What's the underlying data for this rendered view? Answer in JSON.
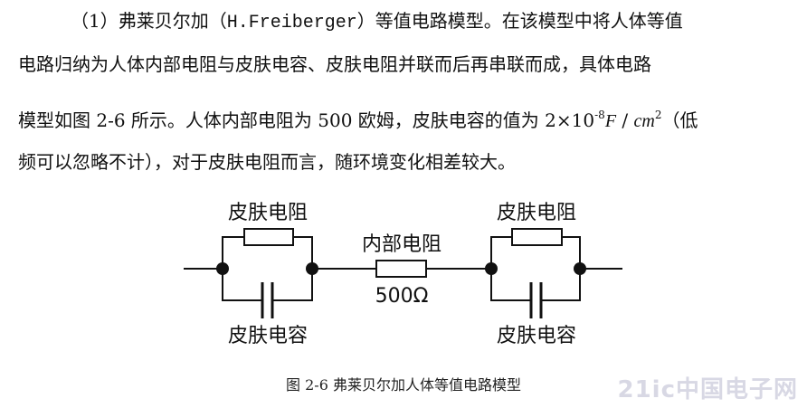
{
  "paragraph": {
    "line1_a": "（1）弗莱贝尔加（",
    "line1_name": "H.Freiberger",
    "line1_b": "）等值电路模型。在该模型中将人体等值",
    "line2": "电路归纳为人体内部电阻与皮肤电容、皮肤电阻并联而后再串联而成，具体电路",
    "line3_a": "模型如图 2-6 所示。人体内部电阻为 500 欧姆，皮肤电容的值为 2×10",
    "line3_exp": "-8",
    "line3_unit_f": "F",
    "line3_slash": " / ",
    "line3_unit_cm": "cm",
    "line3_exp2": "2",
    "line3_b": "（低",
    "line4": "频可以忽略不计），对于皮肤电阻而言，随环境变化相差较大。"
  },
  "figure": {
    "label_skin_resistance_left": "皮肤电阻",
    "label_skin_capacitance_left": "皮肤电容",
    "label_internal_resistance": "内部电阻",
    "label_internal_value": "500Ω",
    "label_skin_resistance_right": "皮肤电阻",
    "label_skin_capacitance_right": "皮肤电容",
    "caption": "图 2-6  弗莱贝尔加人体等值电路模型"
  },
  "watermark": "21ic中国电子网"
}
